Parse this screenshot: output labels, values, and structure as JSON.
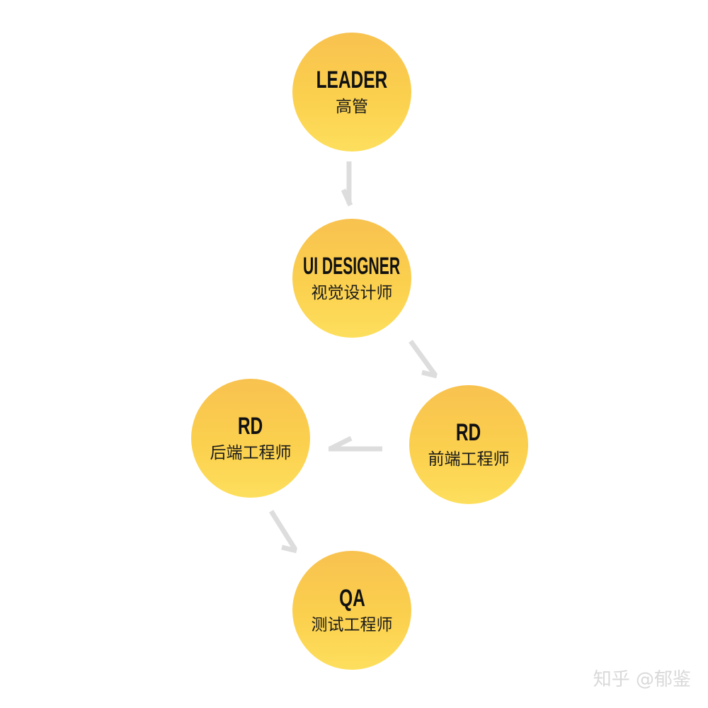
{
  "nodes": [
    {
      "role": "LEADER",
      "title": "高管"
    },
    {
      "role": "UI DESIGNER",
      "title": "视觉设计师"
    },
    {
      "role": "RD",
      "title": "后端工程师"
    },
    {
      "role": "RD",
      "title": "前端工程师"
    },
    {
      "role": "QA",
      "title": "测试工程师"
    }
  ],
  "colors": {
    "node_fill_top": "#f8c24f",
    "node_fill_bottom": "#fddf5d",
    "arrow": "#dddddd",
    "text": "#111111"
  },
  "watermark": "知乎 @郁鉴"
}
